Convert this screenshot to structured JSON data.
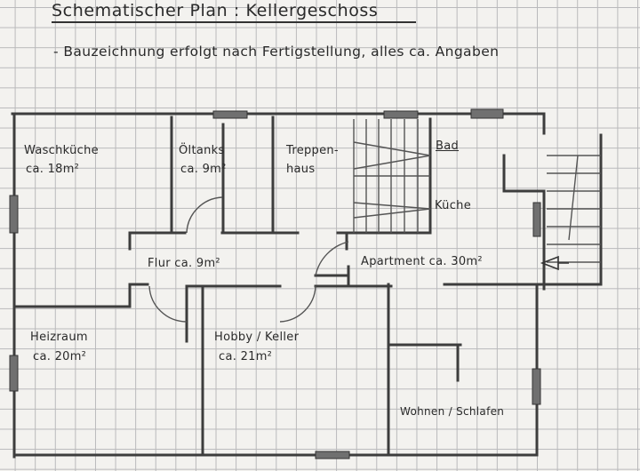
{
  "header": {
    "title": "Schematischer Plan : Kellergeschoss",
    "subtitle": "- Bauzeichnung erfolgt nach Fertigstellung, alles ca. Angaben"
  },
  "rooms": {
    "waschkueche": {
      "name": "Waschküche",
      "area": "ca. 18m²"
    },
    "oeltanks": {
      "name": "Öltanks",
      "area": "ca. 9m²"
    },
    "treppenhaus": {
      "name": "Treppen-",
      "name2": "haus"
    },
    "bad": {
      "name": "Bad"
    },
    "kueche": {
      "name": "Küche"
    },
    "flur": {
      "name": "Flur ca. 9m²"
    },
    "apartment": {
      "name": "Apartment ca. 30m²"
    },
    "heizraum": {
      "name": "Heizraum",
      "area": "ca. 20m²"
    },
    "hobby": {
      "name": "Hobby / Keller",
      "area": "ca. 21m²"
    },
    "wohnen": {
      "name": "Wohnen / Schlafen"
    }
  }
}
